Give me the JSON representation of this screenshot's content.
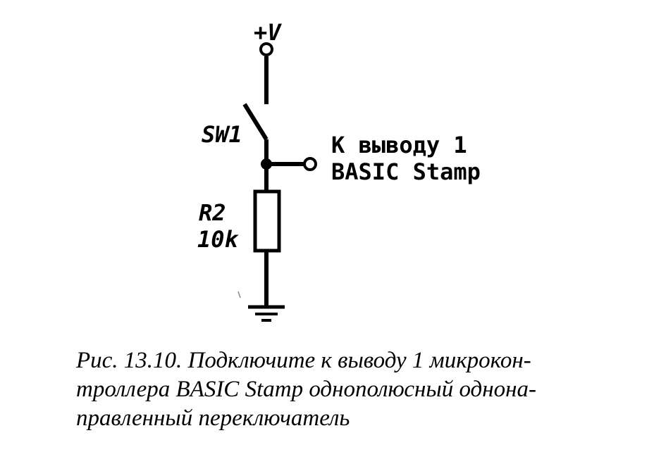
{
  "labels": {
    "supply": "+V",
    "switch": "SW1",
    "output_line1": "К выводу 1",
    "output_line2": "BASIC Stamp",
    "resistor_name": "R2",
    "resistor_value": "10k"
  },
  "caption": {
    "line1": "Рис. 13.10. Подключите к выводу 1 микрокон-",
    "line2": "троллера BASIC Stamp однополюсный однона-",
    "line3": "правленный переключатель"
  }
}
